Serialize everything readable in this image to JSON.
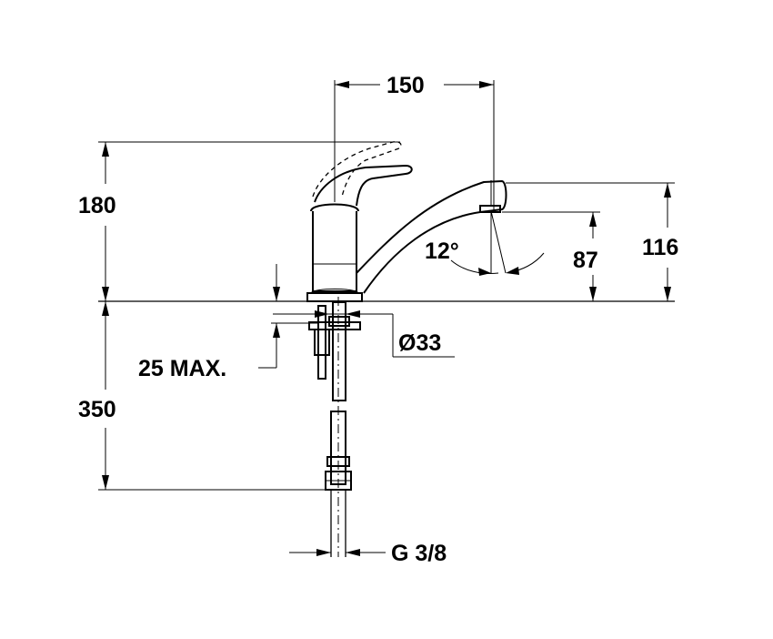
{
  "dimensions": {
    "spout_reach": "150",
    "total_height": "180",
    "spout_height": "116",
    "outlet_height": "87",
    "spout_angle": "12°",
    "hole_diameter": "Ø33",
    "max_thickness": "25 MAX.",
    "hose_length": "350",
    "connection_thread": "G 3/8"
  }
}
